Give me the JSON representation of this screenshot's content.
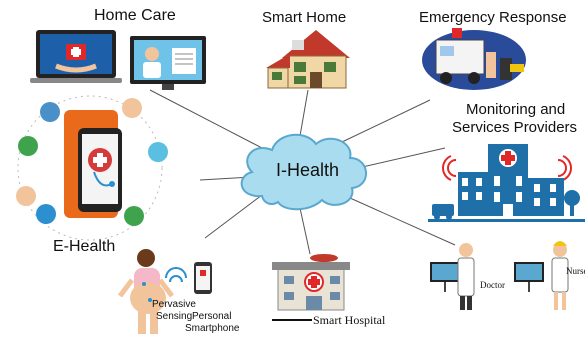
{
  "center": {
    "label": "I-Health"
  },
  "nodes": {
    "home_care": {
      "label": "Home Care"
    },
    "smart_home": {
      "label": "Smart Home"
    },
    "emergency": {
      "label": "Emergency Response"
    },
    "monitoring": {
      "line1": "Monitoring and",
      "line2": "Services Providers"
    },
    "ehealth": {
      "label": "E-Health"
    },
    "smart_hospital": {
      "label": "Smart Hospital"
    },
    "pervasive": {
      "sensing_line1": "Pervasive",
      "sensing_line2": "Sensing",
      "phone_line1": "Personal",
      "phone_line2": "Smartphone"
    },
    "doctor_nurse": {
      "doctor": "Doctor",
      "nurse": "Nurse"
    }
  },
  "colors": {
    "cloud_fill": "#a9dcef",
    "cloud_stroke": "#5aa8cf",
    "connector": "#555555",
    "hospital_blue": "#1f6fa8",
    "medical_red": "#e02828"
  }
}
